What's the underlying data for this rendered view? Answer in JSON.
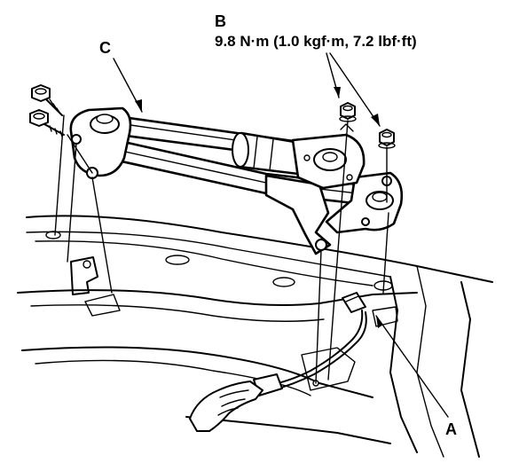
{
  "labels": {
    "a": "A",
    "b": "B",
    "c": "C",
    "torque": "9.8 N·m (1.0 kgf·m, 7.2 lbf·ft)"
  },
  "icons": {
    "bolt": "hex-bolt-icon",
    "nut": "flange-nut-icon",
    "motor": "wiper-motor-icon",
    "connector": "connector-icon",
    "hand": "hand-icon"
  },
  "colors": {
    "ink": "#000000",
    "paper": "#ffffff"
  }
}
